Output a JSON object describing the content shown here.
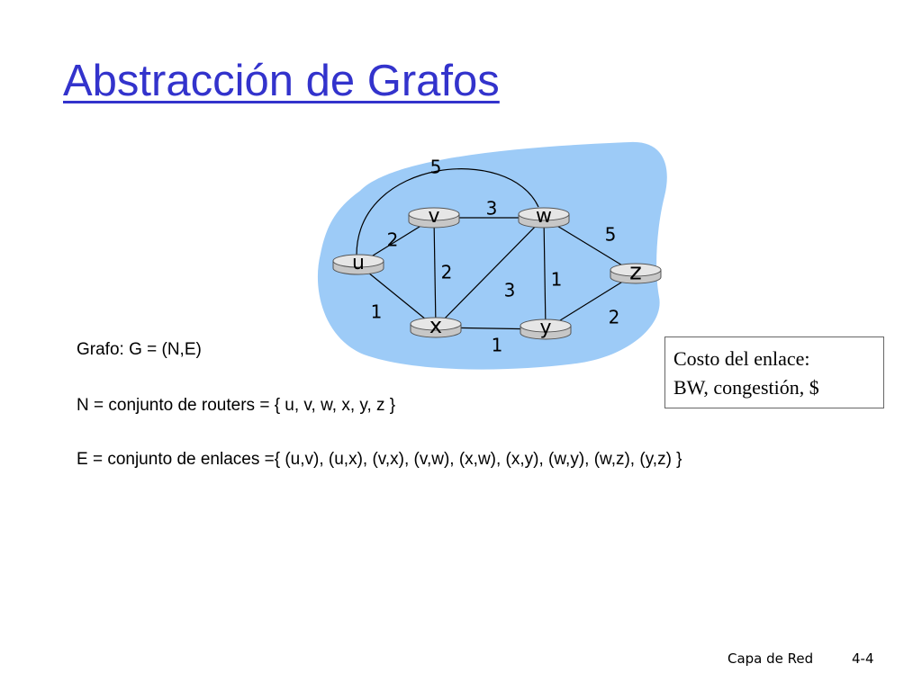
{
  "title": "Abstracción de Grafos",
  "graph": {
    "nodes": [
      {
        "id": "u",
        "label": "u"
      },
      {
        "id": "v",
        "label": "v"
      },
      {
        "id": "w",
        "label": "w"
      },
      {
        "id": "x",
        "label": "x"
      },
      {
        "id": "y",
        "label": "y"
      },
      {
        "id": "z",
        "label": "z"
      }
    ],
    "edges": [
      {
        "from": "u",
        "to": "w",
        "cost": "5"
      },
      {
        "from": "v",
        "to": "w",
        "cost": "3"
      },
      {
        "from": "u",
        "to": "v",
        "cost": "2"
      },
      {
        "from": "w",
        "to": "z",
        "cost": "5"
      },
      {
        "from": "v",
        "to": "x",
        "cost": "2"
      },
      {
        "from": "w",
        "to": "y",
        "cost": "1"
      },
      {
        "from": "x",
        "to": "w",
        "cost": "3"
      },
      {
        "from": "u",
        "to": "x",
        "cost": "1"
      },
      {
        "from": "y",
        "to": "z",
        "cost": "2"
      },
      {
        "from": "x",
        "to": "y",
        "cost": "1"
      }
    ],
    "colors": {
      "cloud": "#9dcbf7",
      "router_body": "#c7c7c7",
      "router_top": "#e6e6e6"
    }
  },
  "cost_box": {
    "line1": "Costo del enlace:",
    "line2": "BW, congestión, $"
  },
  "definitions": {
    "graph": "Grafo: G = (N,E)",
    "nodes": "N = conjunto de routers = { u, v, w, x, y, z }",
    "edges": "E = conjunto de enlaces ={ (u,v), (u,x), (v,x), (v,w), (x,w), (x,y), (w,y), (w,z), (y,z) }"
  },
  "footer": {
    "chapter": "Capa de Red",
    "page": "4-4"
  },
  "colors": {
    "title": "#3333cc"
  }
}
